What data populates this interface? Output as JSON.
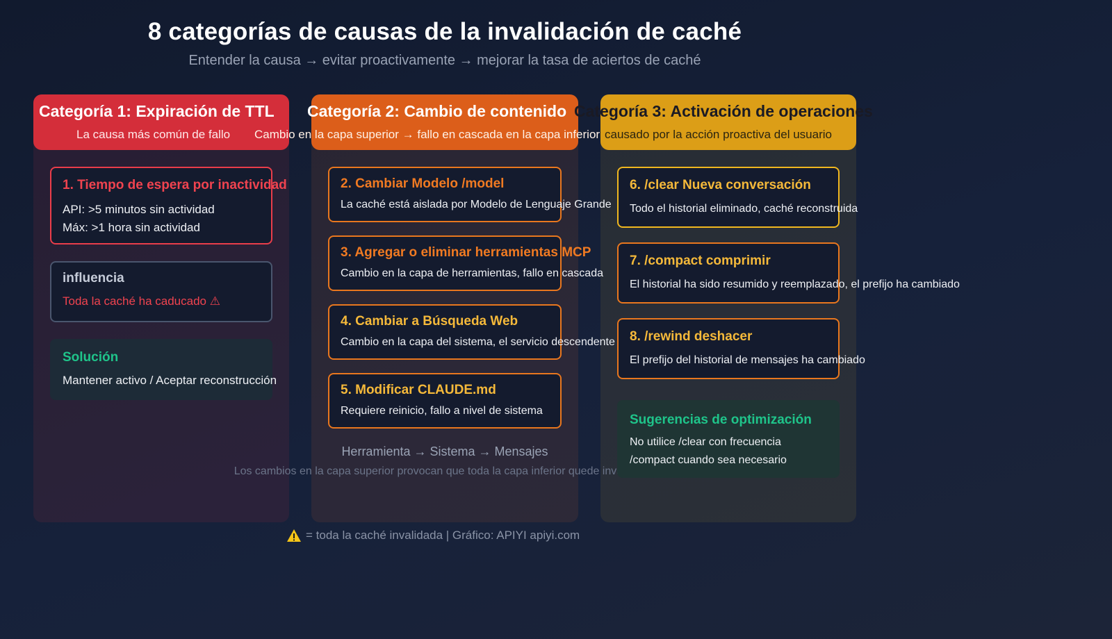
{
  "title": "8 categorías de causas de la invalidación de caché",
  "subtitle": "Entender la causa → evitar proactivamente → mejorar la tasa de aciertos de caché",
  "colors": {
    "red": "#d42e3a",
    "orange": "#dc5e1a",
    "yellow": "#dc9e17",
    "green": "#1fc48a"
  },
  "categories": [
    {
      "title": "Categoría 1: Expiración de TTL",
      "subtitle": "La causa más común de fallo"
    },
    {
      "title": "Categoría 2: Cambio de contenido",
      "subtitle": "Cambio en la capa superior → fallo en cascada en la capa inferior"
    },
    {
      "title": "Categoría 3: Activación de operaciones",
      "subtitle": "causado por la acción proactiva del usuario"
    }
  ],
  "cat1": {
    "cause": {
      "title": "1. Tiempo de espera por inactividad",
      "line1": "API: >5 minutos sin actividad",
      "line2": "Máx: >1 hora sin actividad"
    },
    "impact": {
      "title": "influencia",
      "text": "Toda la caché ha caducado ⚠"
    },
    "solution": {
      "title": "Solución",
      "text": "Mantener activo / Aceptar reconstrucción"
    }
  },
  "cat2": {
    "items": [
      {
        "title": "2. Cambiar Modelo /model",
        "text": "La caché está aislada por Modelo de Lenguaje Grande"
      },
      {
        "title": "3. Agregar o eliminar herramientas MCP",
        "text": "Cambio en la capa de herramientas, fallo en cascada"
      },
      {
        "title": "4. Cambiar a Búsqueda Web",
        "text": "Cambio en la capa del sistema, el servicio descendente"
      },
      {
        "title": "5. Modificar CLAUDE.md",
        "text": "Requiere reinicio, fallo a nivel de sistema"
      }
    ],
    "flow": "Herramienta → Sistema → Mensajes",
    "flow_note": "Los cambios en la capa superior provocan que toda la capa inferior quede invalidada."
  },
  "cat3": {
    "items": [
      {
        "title": "6. /clear Nueva conversación",
        "text": "Todo el historial eliminado, caché reconstruida"
      },
      {
        "title": "7. /compact comprimir",
        "text": "El historial ha sido resumido y reemplazado, el prefijo ha cambiado"
      },
      {
        "title": "8. /rewind deshacer",
        "text": "El prefijo del historial de mensajes ha cambiado"
      }
    ],
    "tips": {
      "title": "Sugerencias de optimización",
      "line1": "No utilice /clear con frecuencia",
      "line2": "/compact cuando sea necesario"
    }
  },
  "footer": {
    "icon": "warning-icon",
    "text": "= toda la caché invalidada | Gráfico: APIYI apiyi.com"
  }
}
